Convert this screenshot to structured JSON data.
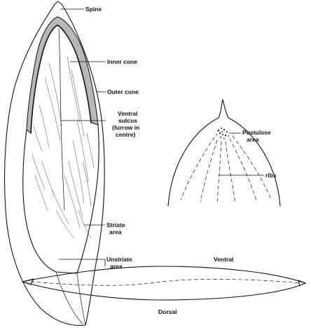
{
  "labels": {
    "spine": "Spine",
    "inner_cone": "Inner cone",
    "outer_cone": "Outer cone",
    "ventral_sulcus_1": "Ventral",
    "ventral_sulcus_2": "sulcus",
    "ventral_sulcus_3": "(furrow in",
    "ventral_sulcus_4": "centre)",
    "pustulose_1": "Pustulose",
    "pustulose_2": "area",
    "ribs": "ribs",
    "striate_1": "Striate",
    "striate_2": "area",
    "unstriate_1": "Unstriate",
    "unstriate_2": "area",
    "ventral": "Ventral",
    "dorsal": "Dorsal"
  },
  "colors": {
    "ink": "#111111",
    "inner_cone_shade": "#b8b8b8",
    "background": "#ffffff"
  }
}
